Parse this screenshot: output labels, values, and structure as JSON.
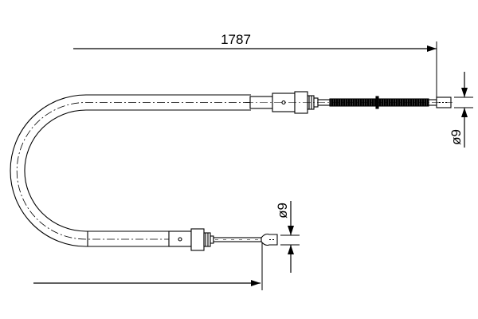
{
  "drawing": {
    "type": "brake cable technical drawing",
    "overall_length": {
      "value": "1787",
      "unit": "mm"
    },
    "top_end_diameter": {
      "label": "ø9"
    },
    "bottom_end_diameter": {
      "label": "ø9"
    }
  },
  "colors": {
    "line": "#000000",
    "background": "#ffffff"
  }
}
